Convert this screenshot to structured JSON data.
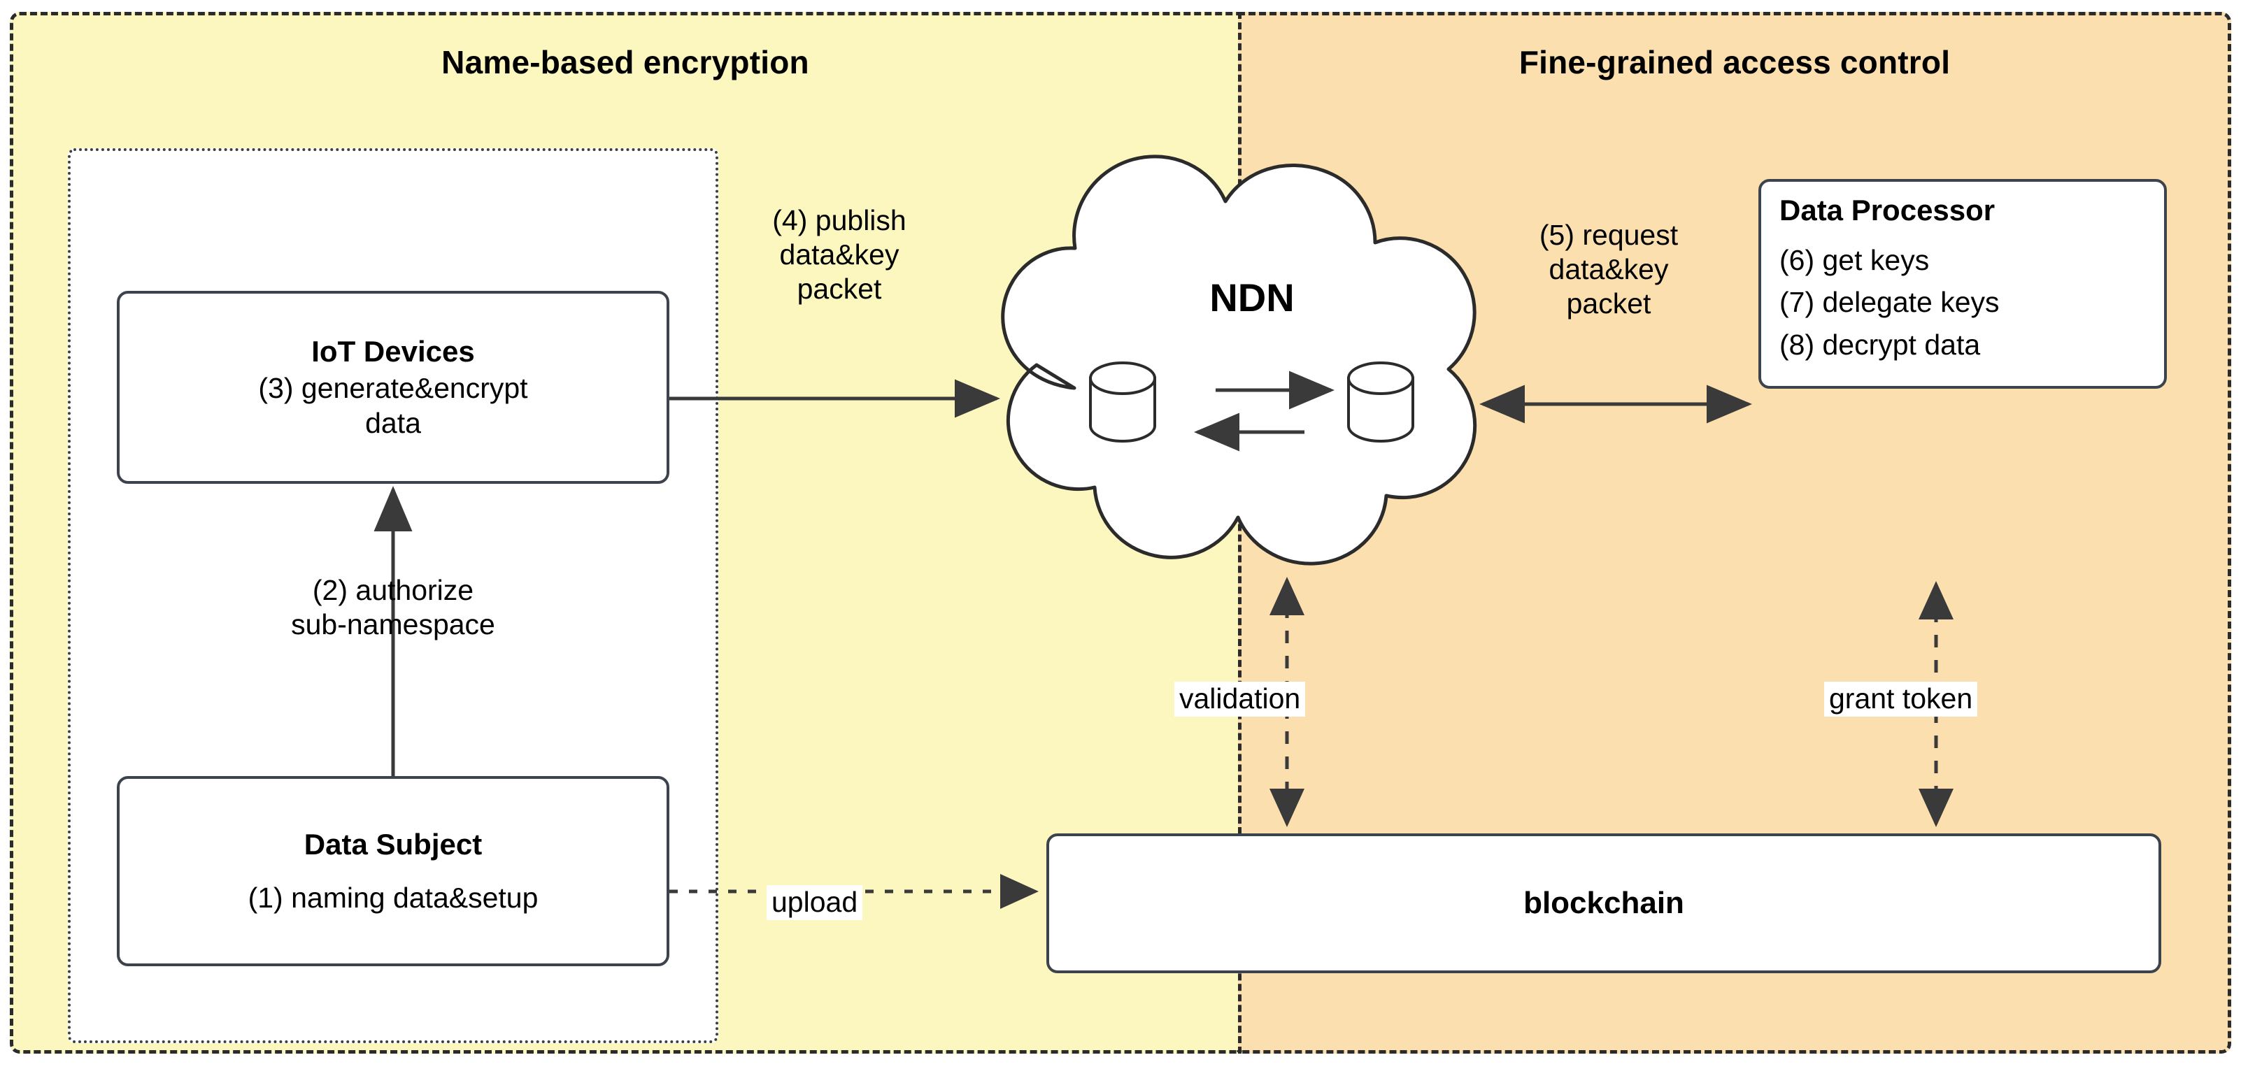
{
  "regions": [
    {
      "id": "name-based-encryption",
      "title": "Name-based encryption",
      "color": "#FCF7BE"
    },
    {
      "id": "fine-grained-access-control",
      "title": "Fine-grained access control",
      "color": "#FCDFAE"
    }
  ],
  "nodes": {
    "iot_devices": {
      "title": "IoT Devices",
      "lines": [
        "(3) generate&encrypt",
        "data"
      ]
    },
    "data_subject": {
      "title": "Data Subject",
      "lines": [
        "(1) naming data&setup"
      ]
    },
    "data_processor": {
      "title": "Data Processor",
      "lines": [
        "(6) get keys",
        "(7) delegate keys",
        "(8) decrypt data"
      ]
    },
    "blockchain": {
      "title": "blockchain"
    },
    "ndn_cloud": {
      "title": "NDN",
      "icons": [
        "database-cylinder",
        "database-cylinder"
      ],
      "inner_arrows": [
        "arrow-right",
        "arrow-left"
      ]
    }
  },
  "edges": {
    "publish": {
      "label": "(4) publish\ndata&key\npacket",
      "style": "solid",
      "direction": "one-way",
      "from": "iot_devices",
      "to": "ndn_cloud"
    },
    "authorize": {
      "label": "(2) authorize\nsub-namespace",
      "style": "solid",
      "direction": "one-way",
      "from": "data_subject",
      "to": "iot_devices"
    },
    "request": {
      "label": "(5) request\ndata&key\npacket",
      "style": "solid",
      "direction": "two-way",
      "from": "ndn_cloud",
      "to": "data_processor"
    },
    "upload": {
      "label": "upload",
      "style": "dotted",
      "direction": "one-way",
      "from": "data_subject",
      "to": "blockchain"
    },
    "validation": {
      "label": "validation",
      "style": "dashed",
      "direction": "two-way",
      "from": "ndn_cloud",
      "to": "blockchain"
    },
    "grant_token": {
      "label": "grant token",
      "style": "dashed",
      "direction": "two-way",
      "from": "data_processor",
      "to": "blockchain"
    }
  },
  "colors": {
    "region_left_bg": "#FCF7BE",
    "region_right_bg": "#FCDFAE",
    "node_border": "#3D434D",
    "node_fill": "#FFFFFF",
    "line": "#2B2B2B",
    "text": "#000000"
  }
}
